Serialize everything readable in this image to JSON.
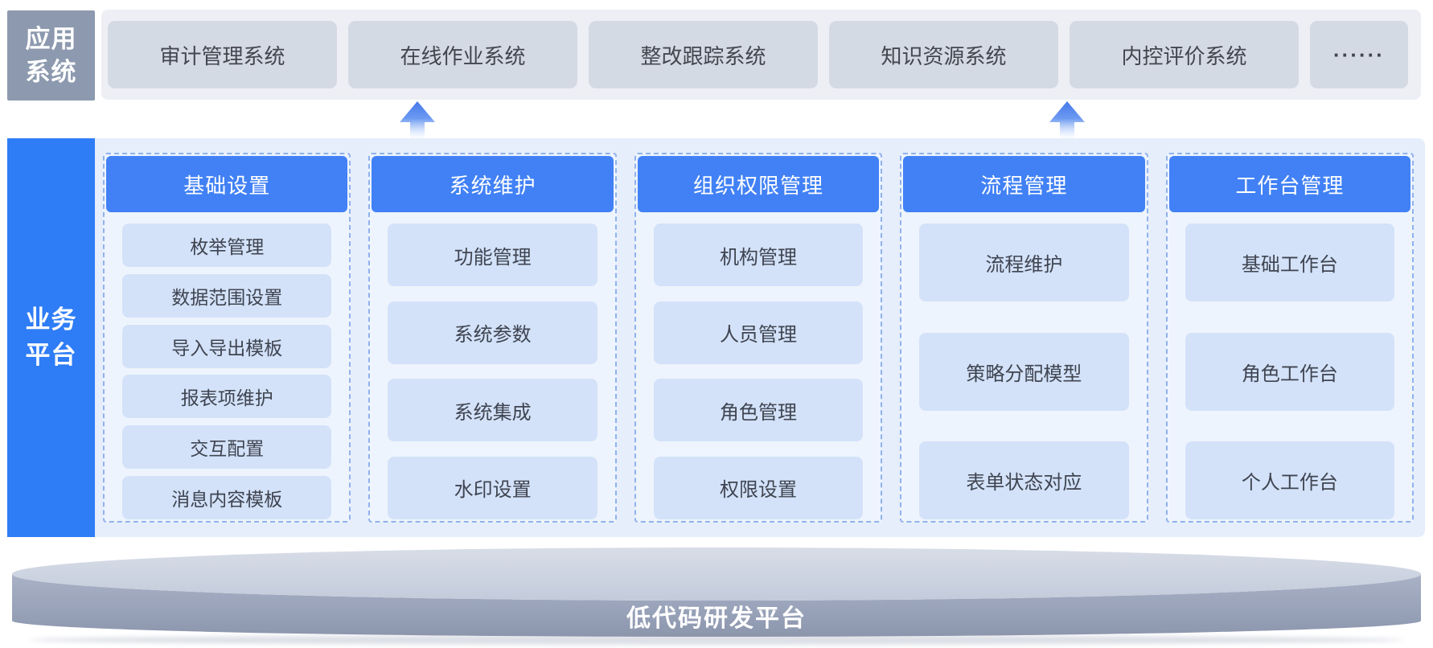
{
  "app_systems": {
    "side_label": [
      "应用",
      "系统"
    ],
    "items": [
      "审计管理系统",
      "在线作业系统",
      "整改跟踪系统",
      "知识资源系统",
      "内控评价系统",
      "······"
    ]
  },
  "business_platform": {
    "side_label": [
      "业务",
      "平台"
    ],
    "groups": [
      {
        "title": "基础设置",
        "items": [
          "枚举管理",
          "数据范围设置",
          "导入导出模板",
          "报表项维护",
          "交互配置",
          "消息内容模板"
        ]
      },
      {
        "title": "系统维护",
        "items": [
          "功能管理",
          "系统参数",
          "系统集成",
          "水印设置"
        ]
      },
      {
        "title": "组织权限管理",
        "items": [
          "机构管理",
          "人员管理",
          "角色管理",
          "权限设置"
        ]
      },
      {
        "title": "流程管理",
        "items": [
          "流程维护",
          "策略分配模型",
          "表单状态对应"
        ]
      },
      {
        "title": "工作台管理",
        "items": [
          "基础工作台",
          "角色工作台",
          "个人工作台"
        ]
      }
    ]
  },
  "foundation_platform": {
    "label": "低代码研发平台"
  },
  "colors": {
    "accent_blue": "#2e7cf6",
    "group_header_blue": "#4181f5",
    "item_blue": "#d3e2f9",
    "section_bg": "#e6edfb",
    "group_bg": "#eef4fd",
    "dashed_border": "#8fb2ec",
    "top_side_label_gray": "#8c99ae",
    "top_band_bg": "#edeff4",
    "top_box_bg": "#d4dae4",
    "platform_top_gray": "#ccd3e0",
    "platform_body_gray": "#99a3b8",
    "text_dark": "#42464f",
    "arrow_blue": "#4478ea"
  }
}
